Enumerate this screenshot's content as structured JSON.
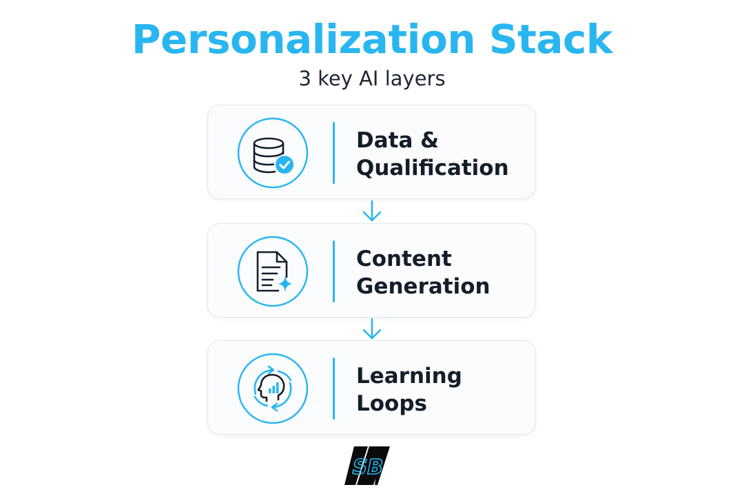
{
  "title": "Personalization Stack",
  "subtitle": "3 key AI layers",
  "colors": {
    "accent": "#29b6f0",
    "text_dark": "#161d29",
    "card_border": "#e3e7ec",
    "card_background": "#fbfcfd",
    "logo": "#0b0b0b"
  },
  "layers": [
    {
      "line1": "Data &",
      "line2": "Qualification",
      "icon": "database-check-icon"
    },
    {
      "line1": "Content",
      "line2": "Generation",
      "icon": "document-sparkle-icon"
    },
    {
      "line1": "Learning",
      "line2": "Loops",
      "icon": "head-cycle-chart-icon"
    }
  ],
  "connector_icon": "arrow-down-icon",
  "logo": {
    "text": "SB",
    "icon": "brand-logo"
  }
}
